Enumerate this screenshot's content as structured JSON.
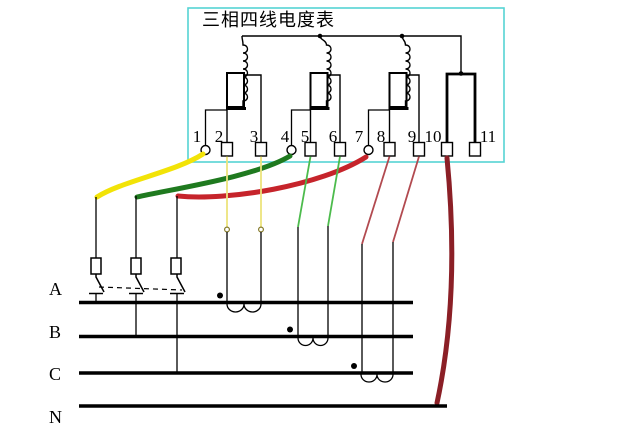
{
  "title": "三相四线电度表",
  "meter": {
    "terminals": [
      {
        "label": "1",
        "type": "circle"
      },
      {
        "label": "2",
        "type": "square"
      },
      {
        "label": "3",
        "type": "square"
      },
      {
        "label": "4",
        "type": "circle"
      },
      {
        "label": "5",
        "type": "square"
      },
      {
        "label": "6",
        "type": "square"
      },
      {
        "label": "7",
        "type": "circle"
      },
      {
        "label": "8",
        "type": "square"
      },
      {
        "label": "9",
        "type": "square"
      },
      {
        "label": "10",
        "type": "square"
      },
      {
        "label": "11",
        "type": "square"
      }
    ]
  },
  "bus_labels": [
    {
      "label": "A"
    },
    {
      "label": "B"
    },
    {
      "label": "C"
    },
    {
      "label": "N"
    }
  ],
  "colors": {
    "box_border": "#55d4d4",
    "wire_phase_a": "#f2e307",
    "wire_phase_b": "#1f7a1f",
    "wire_phase_c": "#c6242b",
    "wire_neutral": "#8b1f26",
    "ct_wire_a": "#ece47c",
    "ct_wire_b": "#4cbb4c",
    "ct_wire_c": "#b24a50",
    "line_black": "#000000"
  }
}
